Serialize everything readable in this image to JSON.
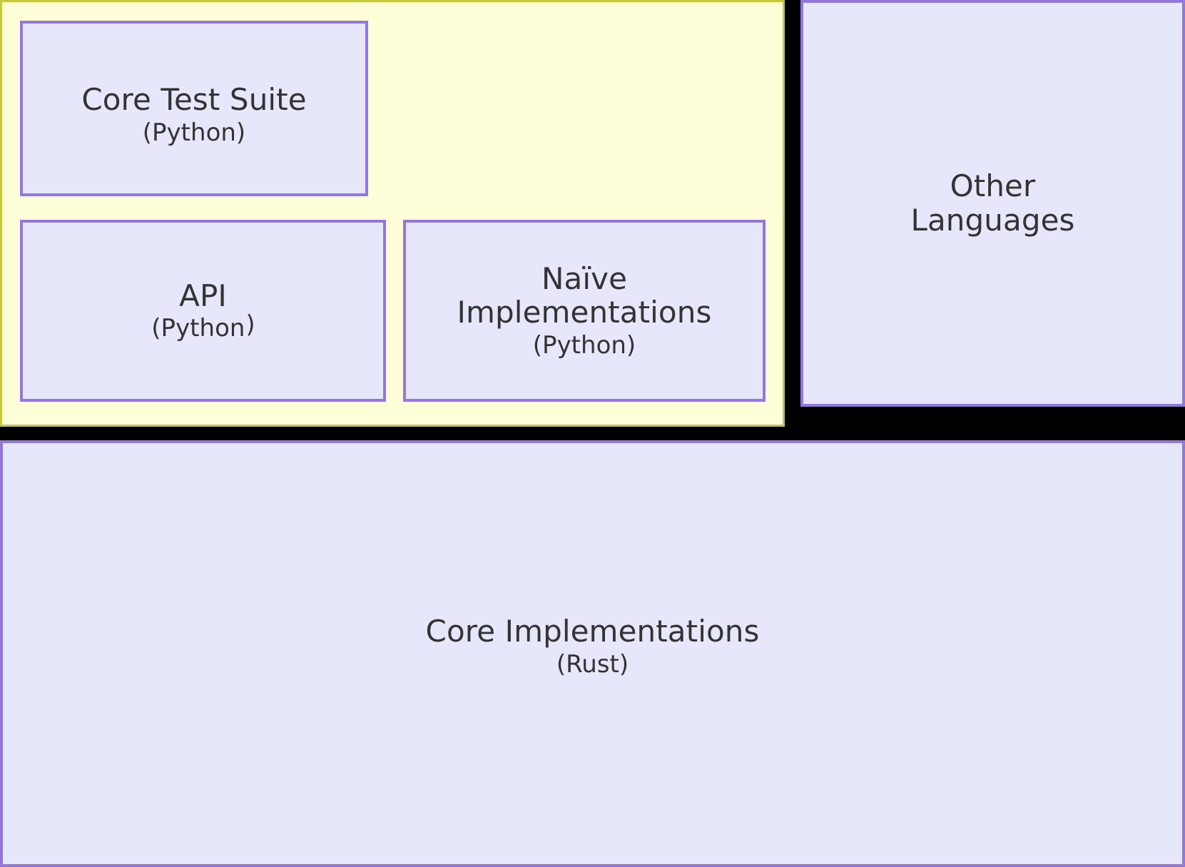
{
  "diagram": {
    "type": "nested-block-architecture",
    "colors": {
      "background": "#000000",
      "python_zone_fill": "#feffd9",
      "python_zone_border": "#c5c73f",
      "box_fill": "#e7e7fc",
      "box_border": "#9575e0",
      "text": "#333333"
    },
    "zones": [
      {
        "name": "python-zone",
        "label": "",
        "fill": "#feffd9"
      }
    ],
    "boxes": [
      {
        "id": "core-test-suite",
        "title": "Core Test Suite",
        "subtitle": "(Python)"
      },
      {
        "id": "api",
        "title": "API",
        "subtitle_before": "(Python",
        "subtitle_after": ")"
      },
      {
        "id": "naive-implementations",
        "title_line1": "Naïve",
        "title_line2": "Implementations",
        "subtitle": "(Python)"
      },
      {
        "id": "other-languages",
        "title_line1": "Other",
        "title_line2": "Languages"
      },
      {
        "id": "core-implementations",
        "title": "Core Implementations",
        "subtitle": "(Rust)"
      }
    ]
  }
}
